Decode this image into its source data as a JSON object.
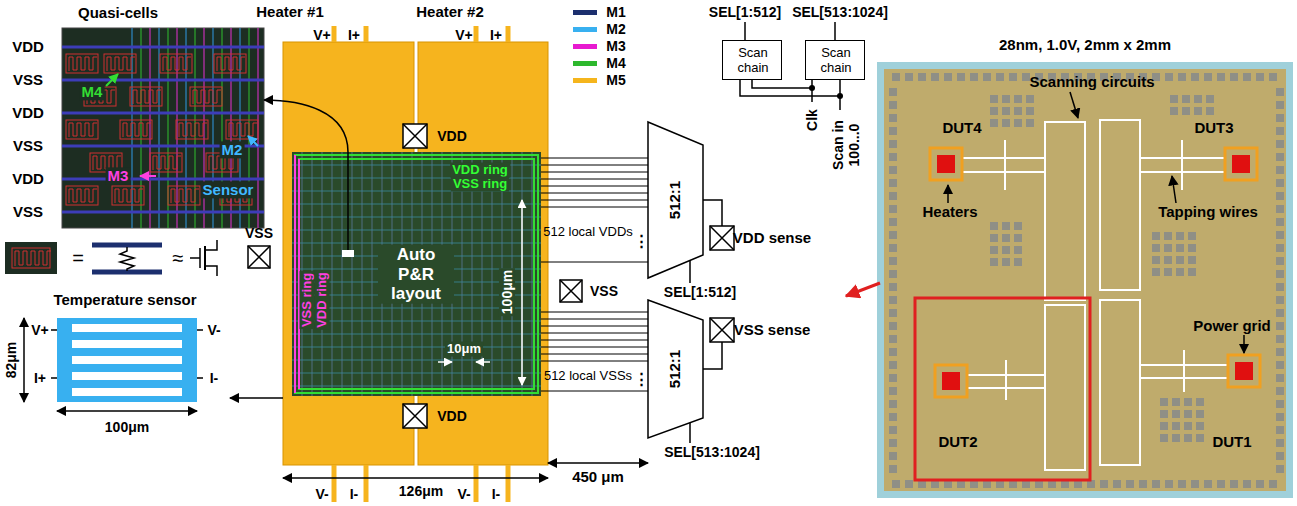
{
  "diagram": {
    "nodes": [
      {
        "text": [
          "Quasi-cells"
        ]
      },
      {
        "text": [
          "Temperature sensor"
        ]
      },
      {
        "text": [
          "Heater #1"
        ]
      },
      {
        "text": [
          "Heater #2"
        ]
      },
      {
        "text": [
          "Auto P&R layout"
        ]
      },
      {
        "text": [
          "Scan chain"
        ]
      },
      {
        "text": [
          "Scan chain"
        ]
      },
      {
        "text": [
          "512:1"
        ]
      },
      {
        "text": [
          "512:1"
        ]
      },
      {
        "text": [
          "28nm, 1.0V, 2mm x 2mm"
        ]
      }
    ],
    "edges": [
      {
        "from": 4,
        "to": 0,
        "arrow": "to"
      },
      {
        "from": 2,
        "to": 1,
        "arrow": "to"
      },
      {
        "from": 4,
        "to": 7,
        "arrow": "none"
      },
      {
        "from": 4,
        "to": 8,
        "arrow": "none"
      }
    ],
    "labels": [
      "VDD",
      "VSS",
      "VDD",
      "VSS",
      "VDD",
      "VSS",
      "M4",
      "M3",
      "M2",
      "Sensor",
      "=",
      "≈",
      "VSS",
      "V+",
      "V-",
      "I+",
      "I-",
      "82μm",
      "100μm",
      "V+",
      "I+",
      "V+",
      "I+",
      "VDD",
      "VDD ring",
      "VSS ring",
      "VSS ring",
      "VDD ring",
      "100μm",
      "10μm",
      "VDD",
      "V-",
      "I-",
      "V-",
      "I-",
      "126μm",
      "450 μm",
      "512 local VDDs",
      "⋮",
      "VDD sense",
      "SEL[1:512]",
      "VSS",
      "512 local VSSs",
      "⋮",
      "VSS sense",
      "SEL[513:1024]",
      "SEL[1:512]",
      "SEL[513:1024]",
      "Clk",
      "Scan in 100...0",
      "Scanning circuits",
      "DUT4",
      "DUT3",
      "Heaters",
      "Tapping wires",
      "Power grid",
      "DUT2",
      "DUT1"
    ],
    "legend": [
      {
        "text": "M1",
        "color": "#1c2f6e"
      },
      {
        "text": "M2",
        "color": "#38b0f0"
      },
      {
        "text": "M3",
        "color": "#e81ad0"
      },
      {
        "text": "M4",
        "color": "#2db82d"
      },
      {
        "text": "M5",
        "color": "#f5b51c"
      }
    ]
  }
}
